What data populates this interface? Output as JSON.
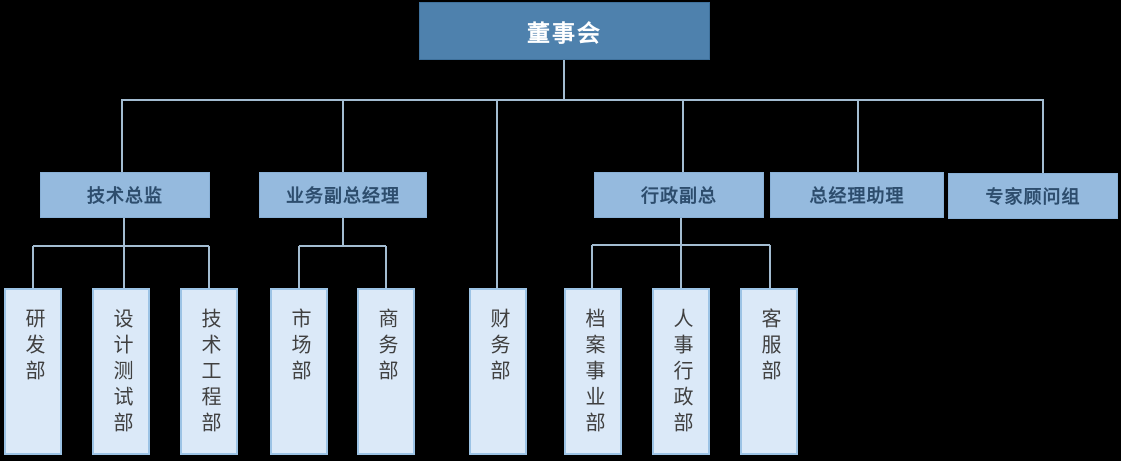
{
  "colors": {
    "background": "#000000",
    "root_fill": "#4e81ad",
    "root_text": "#ffffff",
    "manager_fill": "#95bade",
    "manager_text": "#2d4d6d",
    "department_fill": "#dbe9f8",
    "department_border": "#9cc3e5",
    "department_text": "#404040",
    "connector_line": "#a3bcd1"
  },
  "org": {
    "root": {
      "label": "董事会"
    },
    "managers": [
      {
        "label": "技术总监"
      },
      {
        "label": "业务副总经理"
      },
      {
        "label": "行政副总"
      },
      {
        "label": "总经理助理"
      },
      {
        "label": "专家顾问组"
      }
    ],
    "departments": [
      {
        "label": "研发部"
      },
      {
        "label": "设计测试部"
      },
      {
        "label": "技术工程部"
      },
      {
        "label": "市场部"
      },
      {
        "label": "商务部"
      },
      {
        "label": "财务部"
      },
      {
        "label": "档案事业部"
      },
      {
        "label": "人事行政部"
      },
      {
        "label": "客服部"
      }
    ]
  }
}
